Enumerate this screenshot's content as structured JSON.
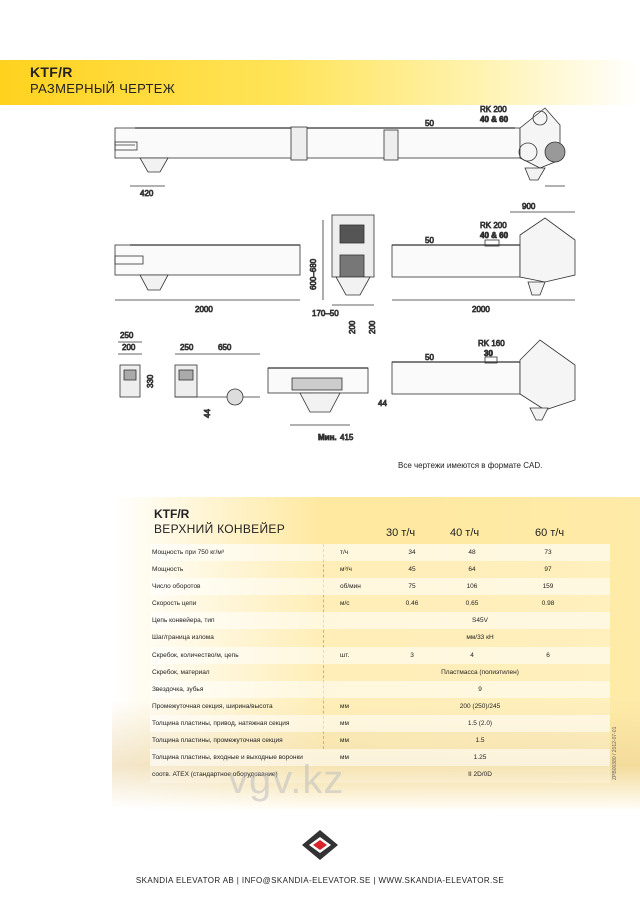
{
  "header": {
    "title": "KTF/R",
    "subtitle": "РАЗМЕРНЫЙ ЧЕРТЕЖ"
  },
  "drawings": {
    "top_view": {
      "dim_inlet": "420",
      "dim_top": "50",
      "rk_label": "RK 200",
      "rk_sizes": "40 & 60"
    },
    "middle_left": {
      "dim_length": "2000"
    },
    "middle_center": {
      "dim_height": "600–680",
      "dim_width": "170–50",
      "dim_a": "200",
      "dim_b": "200"
    },
    "middle_right": {
      "dim_top": "50",
      "rk_label": "RK 200",
      "rk_sizes": "40 & 60",
      "dim_width": "900",
      "dim_length": "2000"
    },
    "bottom_left": {
      "dim_250": "250",
      "dim_200": "200",
      "dim_330": "330",
      "dim_250b": "250",
      "dim_650": "650",
      "dim_44": "44"
    },
    "bottom_center": {
      "dim_44": "44",
      "min_label": "Мин.",
      "min_value": "415"
    },
    "bottom_right": {
      "dim_top": "50",
      "rk_label": "RK 160",
      "rk_size": "30"
    }
  },
  "cad_note": "Все чертежи имеются в формате CAD.",
  "table": {
    "title": "KTF/R",
    "subtitle": "ВЕРХНИЙ КОНВЕЙЕР",
    "columns": [
      "30 т/ч",
      "40 т/ч",
      "60 т/ч"
    ],
    "rows": [
      {
        "label": "Мощность при 750 кг/м³",
        "unit": "т/ч",
        "v1": "34",
        "v2": "48",
        "v3": "73",
        "all": ""
      },
      {
        "label": "Мощность",
        "unit": "м³/ч",
        "v1": "45",
        "v2": "64",
        "v3": "97",
        "all": ""
      },
      {
        "label": "Число оборотов",
        "unit": "об/мин",
        "v1": "75",
        "v2": "106",
        "v3": "159",
        "all": ""
      },
      {
        "label": "Скорость цепи",
        "unit": "м/с",
        "v1": "0.46",
        "v2": "0.65",
        "v3": "0.98",
        "all": ""
      },
      {
        "label": "Цепь конвейера, тип",
        "unit": "",
        "v1": "",
        "v2": "",
        "v3": "",
        "all": "S45V"
      },
      {
        "label": "Шаг/граница излома",
        "unit": "",
        "v1": "",
        "v2": "",
        "v3": "",
        "all": "мм/33 кН"
      },
      {
        "label": "Скребок, количество/м, цепь",
        "unit": "шт.",
        "v1": "3",
        "v2": "4",
        "v3": "6",
        "all": ""
      },
      {
        "label": "Скребок, материал",
        "unit": "",
        "v1": "",
        "v2": "",
        "v3": "",
        "all": "Пластмасса (полиэтилен)"
      },
      {
        "label": "Звездочка, зубья",
        "unit": "",
        "v1": "",
        "v2": "",
        "v3": "",
        "all": "9"
      },
      {
        "label": "Промежуточная секция, ширина/высота",
        "unit": "мм",
        "v1": "",
        "v2": "",
        "v3": "",
        "all": "200 (250)/245"
      },
      {
        "label": "Толщина пластины, привод, натяжная секция",
        "unit": "мм",
        "v1": "",
        "v2": "",
        "v3": "",
        "all": "1.5 (2.0)"
      },
      {
        "label": "Толщина пластины, промежуточная секция",
        "unit": "мм",
        "v1": "",
        "v2": "",
        "v3": "",
        "all": "1.5"
      },
      {
        "label": "Толщина пластины, входные и выходные воронки",
        "unit": "мм",
        "v1": "",
        "v2": "",
        "v3": "",
        "all": "1.25"
      },
      {
        "label": "соотв. ATEX (стандартное оборудование)",
        "unit": "",
        "v1": "",
        "v2": "",
        "v3": "",
        "all": "II 2D/0D"
      }
    ]
  },
  "watermark": "vgv.kz",
  "footer": "SKANDIA ELEVATOR AB  |  INFO@SKANDIA-ELEVATOR.SE  |  WWW.SKANDIA-ELEVATOR.SE",
  "side_code": "ZPB00380 / 2012-07-01",
  "colors": {
    "accent": "#ffd21f",
    "logo_red": "#d8232a",
    "logo_dark": "#333333"
  }
}
